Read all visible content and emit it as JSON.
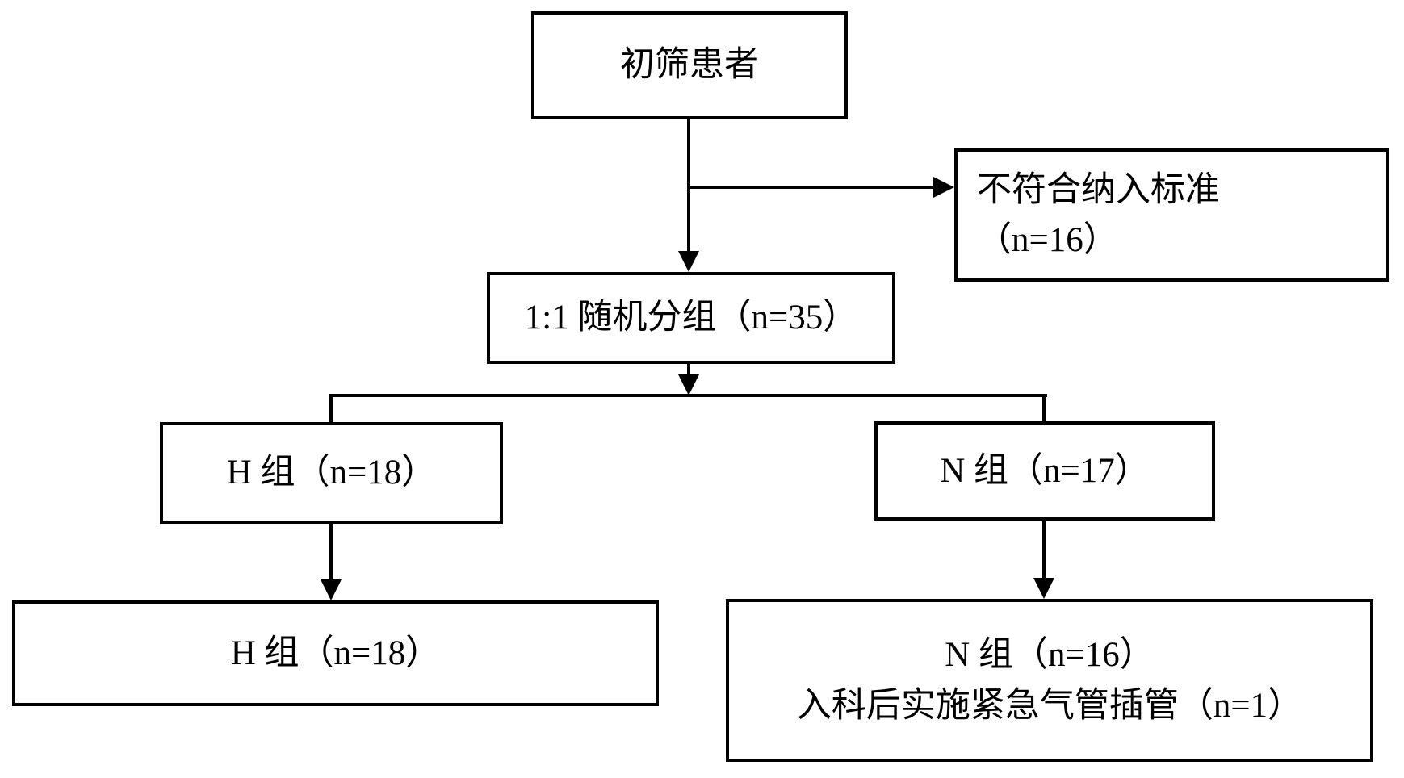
{
  "diagram": {
    "background_color": "#ffffff",
    "line_color": "#000000",
    "boxes": {
      "screened": {
        "label": "初筛患者"
      },
      "excluded": {
        "line1": "不符合纳入标准",
        "line2": "（n=16）"
      },
      "randomized": {
        "label": "1:1 随机分组（n=35）"
      },
      "group_h": {
        "label": "H 组（n=18）"
      },
      "group_n": {
        "label": "N 组（n=17）"
      },
      "final_h": {
        "label": "H 组（n=18）"
      },
      "final_n": {
        "line1": "N 组（n=16）",
        "line2": "入科后实施紧急气管插管（n=1）"
      }
    }
  }
}
